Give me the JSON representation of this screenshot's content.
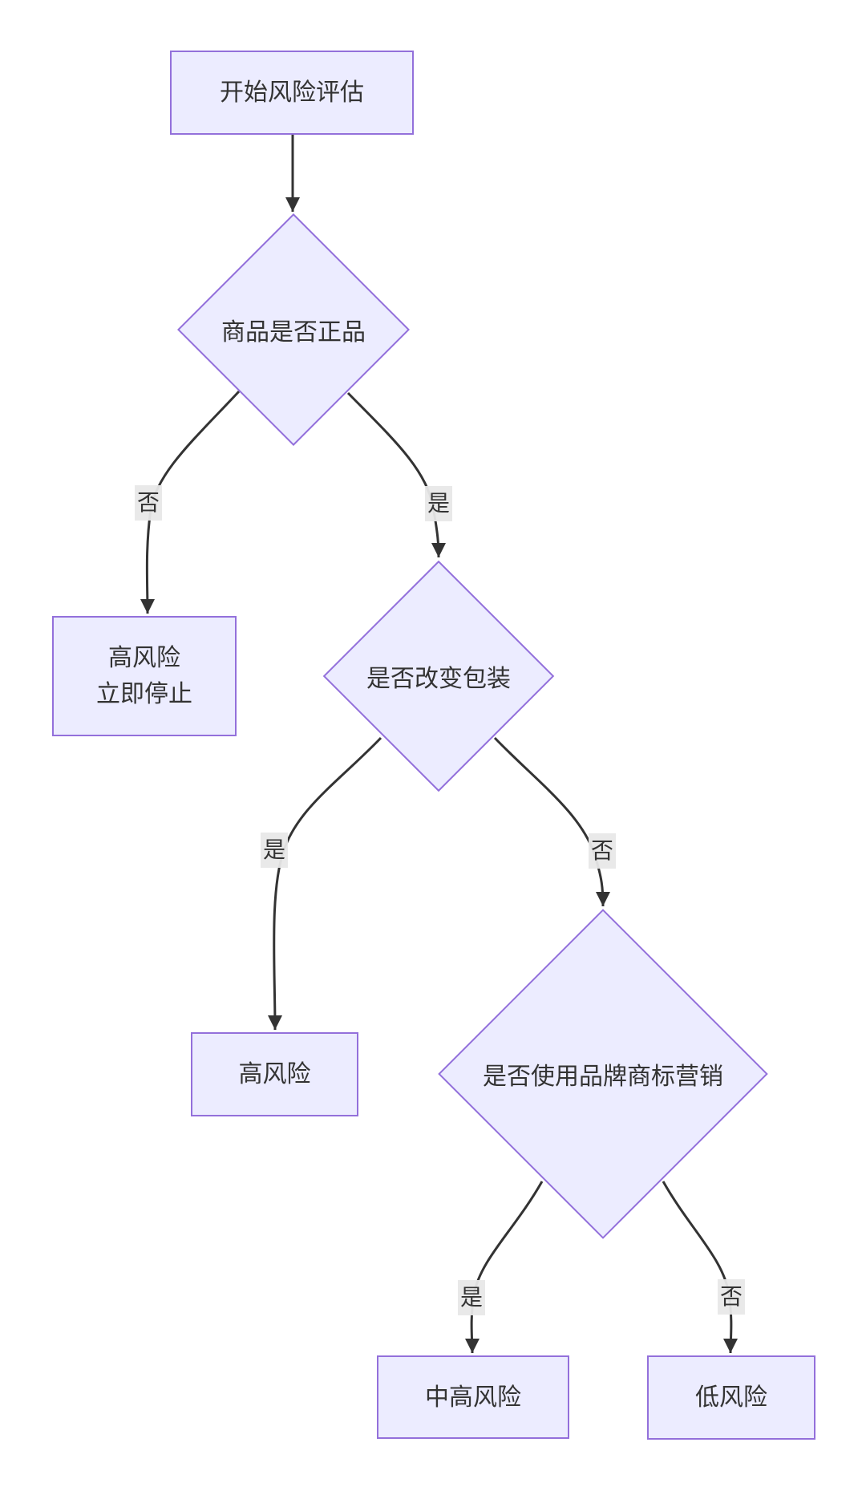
{
  "diagram": {
    "type": "flowchart",
    "direction": "top-down",
    "background": "#ffffff",
    "colors": {
      "node_fill": "#ECECFF",
      "node_border": "#9370DB",
      "edge_line": "#333333",
      "text": "#333333",
      "edge_label_bg": "#e8e8e8"
    },
    "nodes": [
      {
        "id": "start",
        "shape": "rectangle",
        "label": "开始风险评估"
      },
      {
        "id": "q_genuine",
        "shape": "diamond",
        "label": "商品是否正品"
      },
      {
        "id": "high_risk_stop",
        "shape": "rectangle",
        "lines": [
          "高风险",
          "立即停止"
        ]
      },
      {
        "id": "q_packaging",
        "shape": "diamond",
        "label": "是否改变包装"
      },
      {
        "id": "high_risk",
        "shape": "rectangle",
        "label": "高风险"
      },
      {
        "id": "q_trademark",
        "shape": "diamond",
        "label": "是否使用品牌商标营销"
      },
      {
        "id": "medium_high_risk",
        "shape": "rectangle",
        "label": "中高风险"
      },
      {
        "id": "low_risk",
        "shape": "rectangle",
        "label": "低风险"
      }
    ],
    "edges": [
      {
        "from": "start",
        "to": "q_genuine",
        "label": ""
      },
      {
        "from": "q_genuine",
        "to": "high_risk_stop",
        "label": "否"
      },
      {
        "from": "q_genuine",
        "to": "q_packaging",
        "label": "是"
      },
      {
        "from": "q_packaging",
        "to": "high_risk",
        "label": "是"
      },
      {
        "from": "q_packaging",
        "to": "q_trademark",
        "label": "否"
      },
      {
        "from": "q_trademark",
        "to": "medium_high_risk",
        "label": "是"
      },
      {
        "from": "q_trademark",
        "to": "low_risk",
        "label": "否"
      }
    ]
  }
}
